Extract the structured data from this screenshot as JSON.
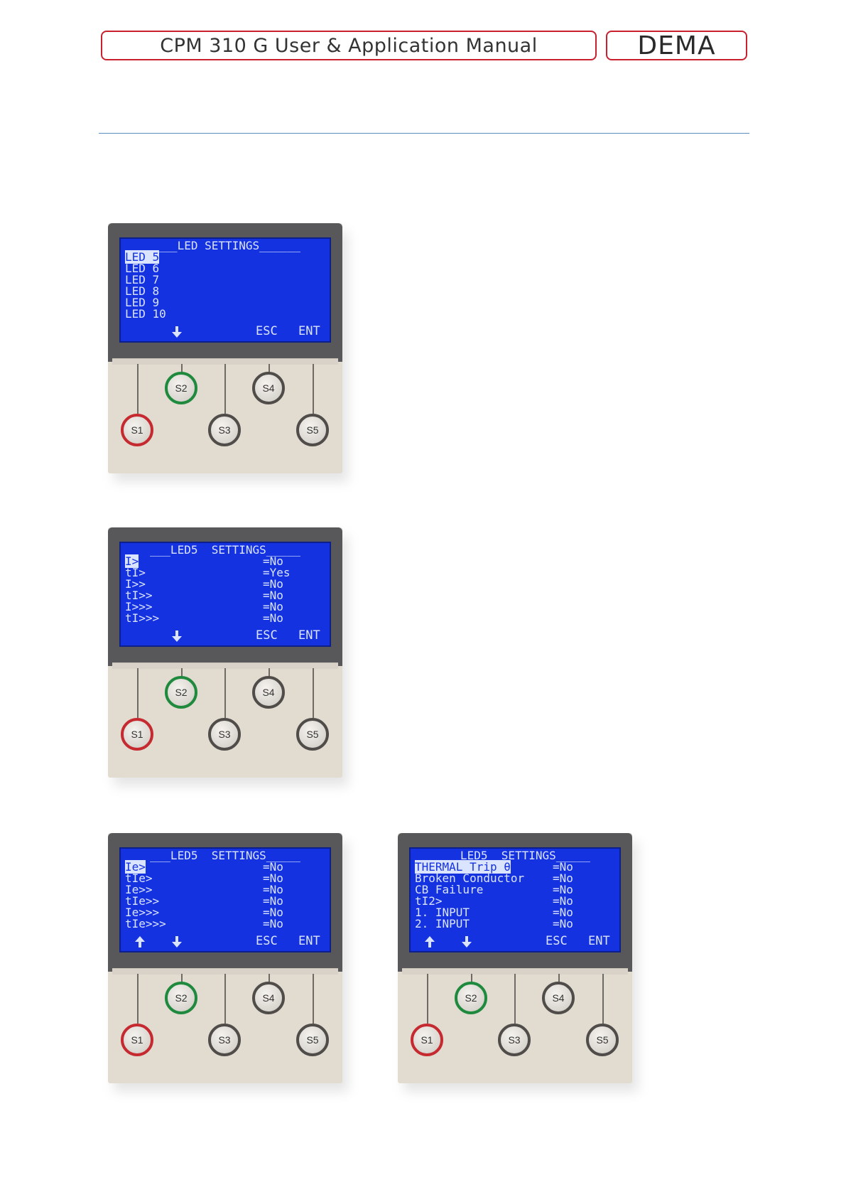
{
  "header": {
    "title": "CPM 310 G User & Application Manual",
    "logo": "DEMA"
  },
  "devices": [
    {
      "screen_title": "____LED SETTINGS______",
      "rows": [
        {
          "label": "LED 5",
          "value": ""
        },
        {
          "label": "LED 6",
          "value": ""
        },
        {
          "label": "LED 7",
          "value": ""
        },
        {
          "label": "LED 8",
          "value": ""
        },
        {
          "label": "LED 9",
          "value": ""
        },
        {
          "label": "LED 10",
          "value": ""
        }
      ],
      "esc_label": "ESC",
      "ent_label": "ENT",
      "keys": [
        "S1",
        "S2",
        "S3",
        "S4",
        "S5"
      ]
    },
    {
      "screen_title": "___LED5  SETTINGS_____",
      "rows": [
        {
          "label": "I>",
          "value": "=No"
        },
        {
          "label": "tI>",
          "value": "=Yes"
        },
        {
          "label": "I>>",
          "value": "=No"
        },
        {
          "label": "tI>>",
          "value": "=No"
        },
        {
          "label": "I>>>",
          "value": "=No"
        },
        {
          "label": "tI>>>",
          "value": "=No"
        }
      ],
      "esc_label": "ESC",
      "ent_label": "ENT",
      "keys": [
        "S1",
        "S2",
        "S3",
        "S4",
        "S5"
      ]
    },
    {
      "screen_title": "___LED5  SETTINGS_____",
      "rows": [
        {
          "label": "Ie>",
          "value": "=No"
        },
        {
          "label": "tIe>",
          "value": "=No"
        },
        {
          "label": "Ie>>",
          "value": "=No"
        },
        {
          "label": "tIe>>",
          "value": "=No"
        },
        {
          "label": "Ie>>>",
          "value": "=No"
        },
        {
          "label": "tIe>>>",
          "value": "=No"
        }
      ],
      "esc_label": "ESC",
      "ent_label": "ENT",
      "keys": [
        "S1",
        "S2",
        "S3",
        "S4",
        "S5"
      ]
    },
    {
      "screen_title": "___LED5  SETTINGS_____",
      "rows": [
        {
          "label": "THERMAL Trip θ",
          "value": "=No"
        },
        {
          "label": "Broken Conductor",
          "value": "=No"
        },
        {
          "label": "CB Failure",
          "value": "=No"
        },
        {
          "label": "tI2>",
          "value": "=No"
        },
        {
          "label": "1. INPUT",
          "value": "=No"
        },
        {
          "label": "2. INPUT",
          "value": "=No"
        }
      ],
      "esc_label": "ESC",
      "ent_label": "ENT",
      "keys": [
        "S1",
        "S2",
        "S3",
        "S4",
        "S5"
      ]
    }
  ]
}
